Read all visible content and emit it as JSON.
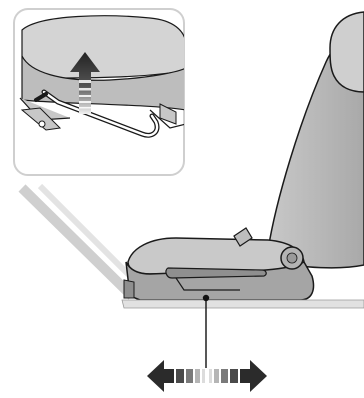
{
  "illustration": {
    "subject": "car-seat-fore-aft-adjustment",
    "inset": {
      "subject": "seat-release-bar",
      "action": "lift-up"
    },
    "main_action": "slide-forward-backward",
    "colors": {
      "seat_light": "#d9d9d9",
      "seat_mid": "#bdbdbd",
      "seat_dark": "#8f8f8f",
      "outline": "#1a1a1a",
      "inset_border": "#cfcfcf",
      "arrow_dark": "#2b2b2b"
    }
  }
}
